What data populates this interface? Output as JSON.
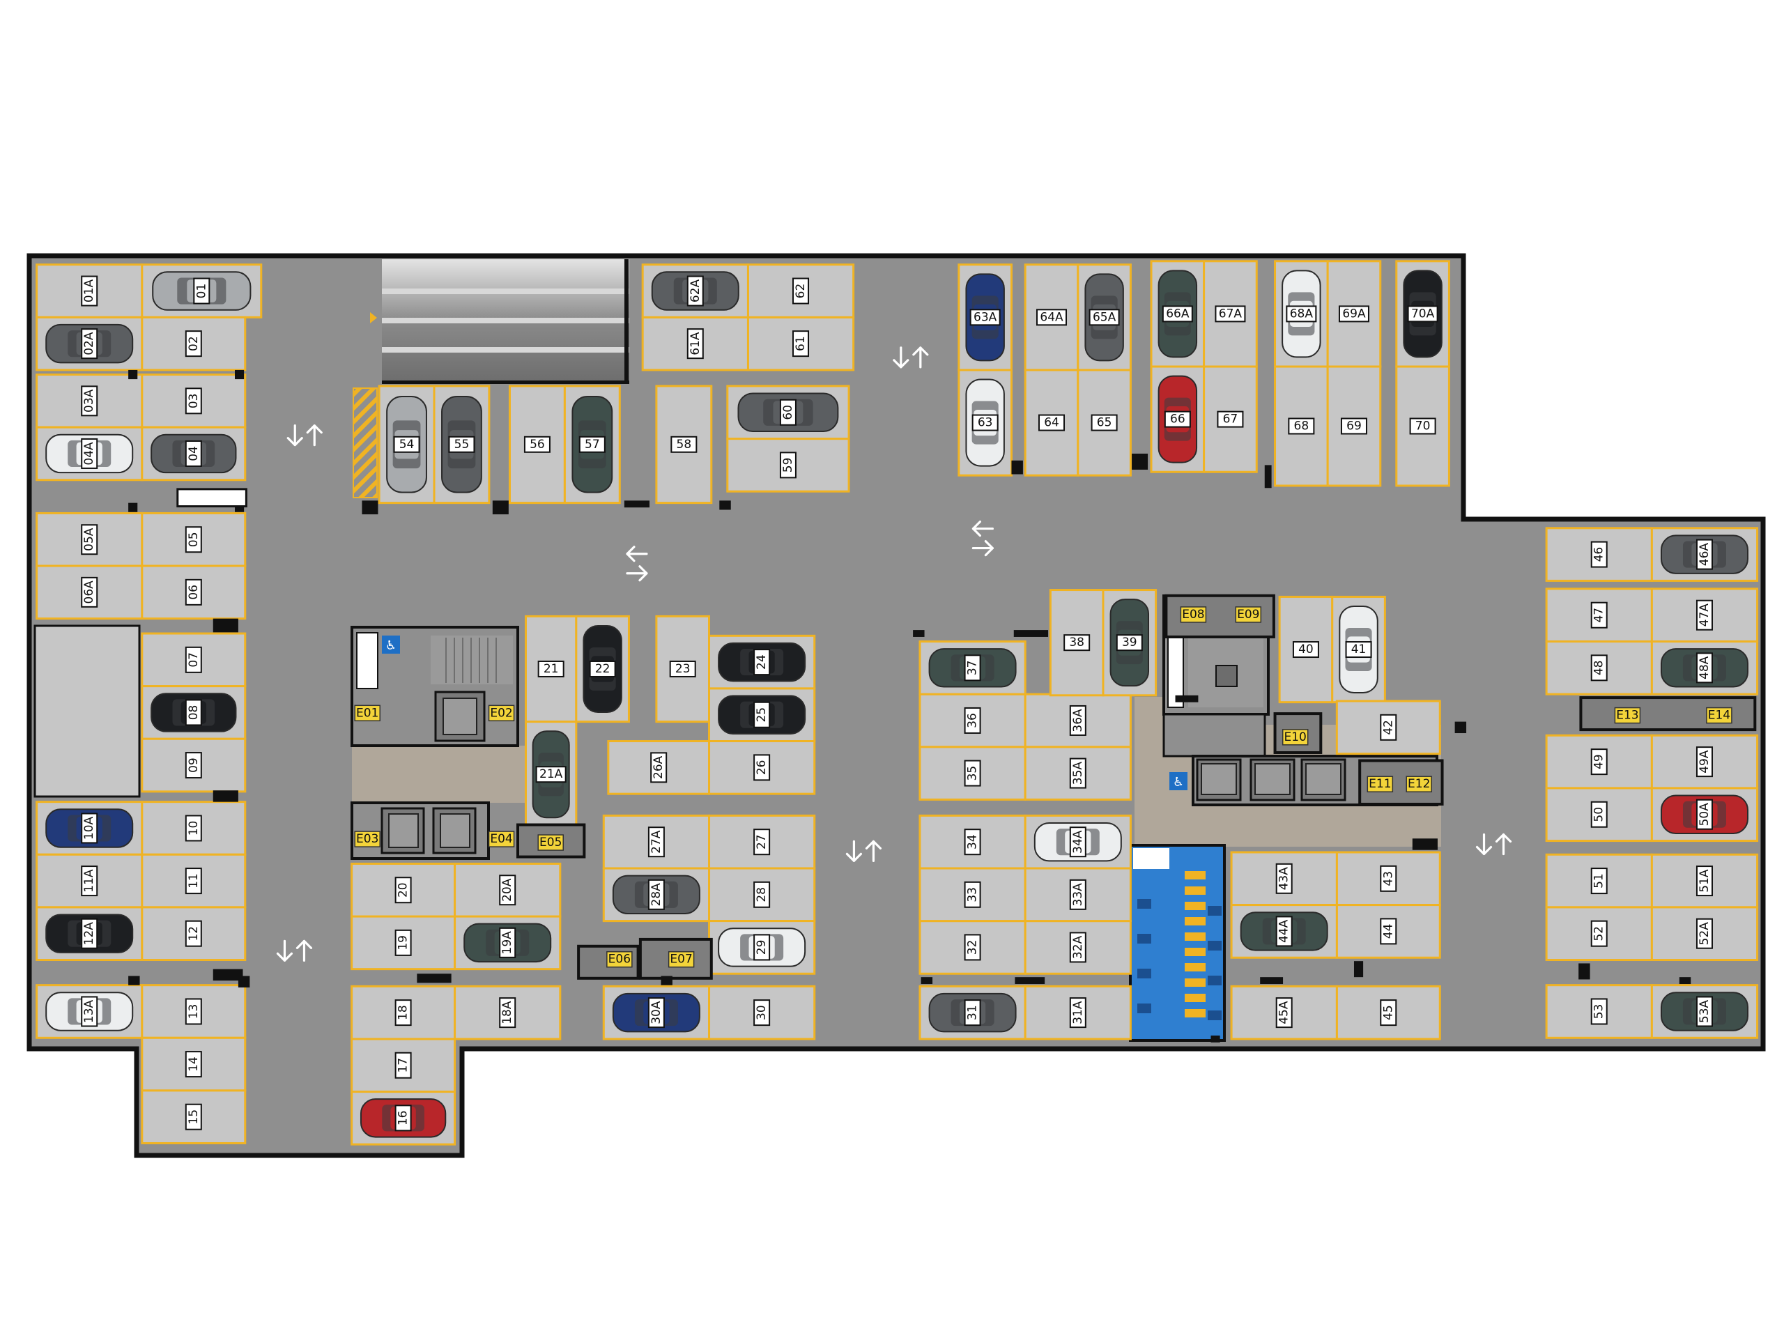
{
  "colors": {
    "floor": "#8f8f8f",
    "stall": "#c6c6c6",
    "stall_border": "#f0b323",
    "wall": "#111111",
    "label_bg": "#ffffff",
    "storage_label_bg": "#f3d43a",
    "walkway": "#b0a79a",
    "bike_area": "#2f7fd0",
    "accessible": "#1e6fc5"
  },
  "parking_spaces": [
    "01A",
    "01",
    "02A",
    "02",
    "03A",
    "03",
    "04A",
    "04",
    "05A",
    "05",
    "06A",
    "06",
    "07",
    "08",
    "09",
    "10A",
    "10",
    "11A",
    "11",
    "12A",
    "12",
    "13A",
    "13",
    "14",
    "15",
    "16",
    "17",
    "18",
    "18A",
    "19",
    "19A",
    "20",
    "20A",
    "21",
    "21A",
    "22",
    "23",
    "24",
    "25",
    "26",
    "26A",
    "27",
    "27A",
    "28",
    "28A",
    "29",
    "30",
    "30A",
    "31",
    "31A",
    "32",
    "32A",
    "33",
    "33A",
    "34",
    "34A",
    "35",
    "35A",
    "36",
    "36A",
    "37",
    "38",
    "39",
    "40",
    "41",
    "42",
    "43",
    "43A",
    "44",
    "44A",
    "45",
    "45A",
    "46",
    "46A",
    "47",
    "47A",
    "48",
    "48A",
    "49",
    "49A",
    "50",
    "50A",
    "51",
    "51A",
    "52",
    "52A",
    "53",
    "53A",
    "54",
    "55",
    "56",
    "57",
    "58",
    "59",
    "60",
    "61",
    "61A",
    "62",
    "62A",
    "63",
    "63A",
    "64",
    "64A",
    "65",
    "65A",
    "66",
    "66A",
    "67",
    "67A",
    "68",
    "68A",
    "69",
    "69A",
    "70",
    "70A"
  ],
  "storage_units": [
    "E01",
    "E02",
    "E03",
    "E04",
    "E05",
    "E06",
    "E07",
    "E08",
    "E09",
    "E10",
    "E11",
    "E12",
    "E13",
    "E14"
  ],
  "icons": {
    "traffic_arrow": "double-arrow-icon",
    "accessible": "wheelchair-icon",
    "car": "car-icon",
    "elevator": "elevator-icon",
    "bike": "bicycle-icon"
  },
  "car_colors": {
    "silver": "#a8abae",
    "white": "#eceeef",
    "black": "#1d1f22",
    "dark_green": "#3f4f4b",
    "dark_grey": "#5b5e61",
    "blue": "#223a7a",
    "red": "#b8262a"
  }
}
